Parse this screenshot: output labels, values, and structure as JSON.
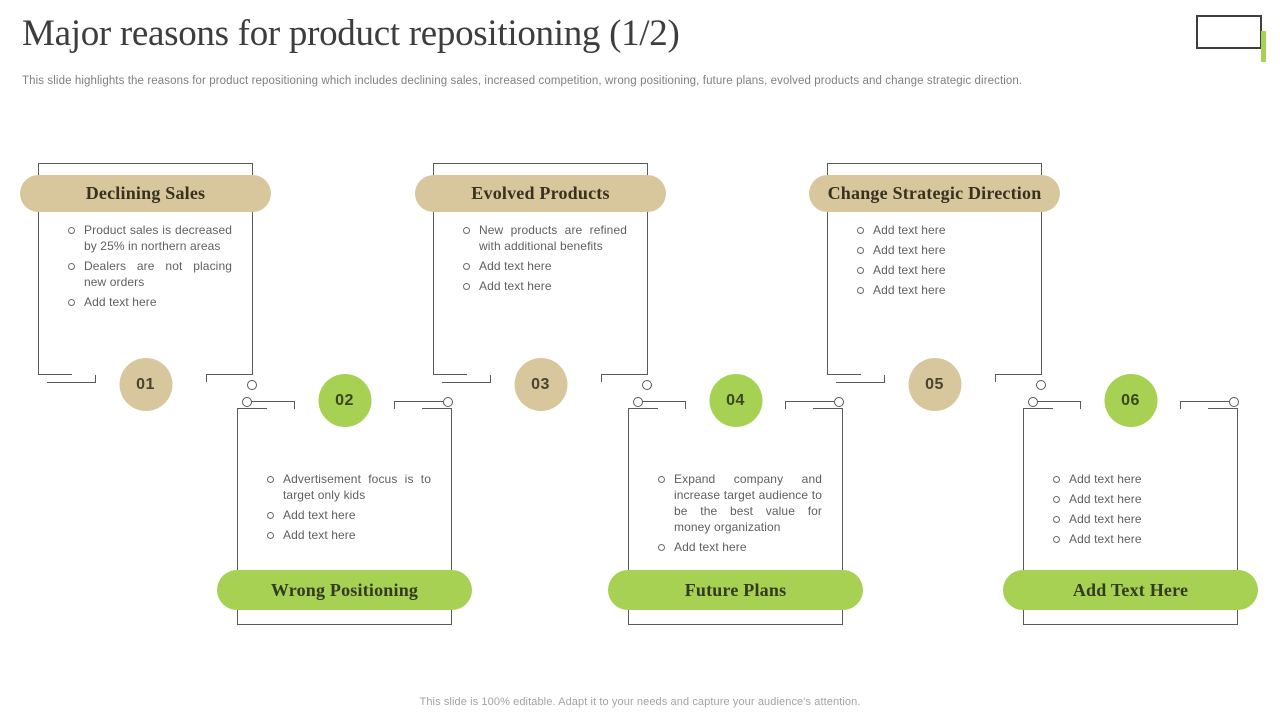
{
  "header": {
    "title": "Major reasons for product repositioning (1/2)",
    "subtitle": "This slide highlights the reasons for product repositioning which includes declining sales, increased competition, wrong positioning, future plans, evolved products and change strategic direction."
  },
  "footer": {
    "note": "This slide is 100% editable. Adapt it to your needs and capture your audience's attention."
  },
  "colors": {
    "tan": "#d8c79d",
    "green": "#a6d152",
    "outline": "#595959",
    "title_text": "#3d3d3d",
    "body_text": "#5f5f5f",
    "muted_text": "#a3a3a3"
  },
  "icons": {
    "slide_number_placeholder": "rectangle-outline-with-green-accent-bar"
  },
  "items": [
    {
      "number": "01",
      "label": "Declining Sales",
      "variant": "tan",
      "row": "top",
      "bullets": [
        "Product sales is decreased by 25% in northern areas",
        "Dealers are not placing new orders",
        "Add text here"
      ]
    },
    {
      "number": "02",
      "label": "Wrong Positioning",
      "variant": "green",
      "row": "bottom",
      "bullets": [
        "Advertisement focus is to target only kids",
        "Add text here",
        "Add text here"
      ]
    },
    {
      "number": "03",
      "label": "Evolved Products",
      "variant": "tan",
      "row": "top",
      "bullets": [
        "New products are refined with additional benefits",
        "Add text here",
        "Add text here"
      ]
    },
    {
      "number": "04",
      "label": "Future Plans",
      "variant": "green",
      "row": "bottom",
      "bullets": [
        "Expand company and increase target audience to be the best value for money organization",
        "Add text here"
      ]
    },
    {
      "number": "05",
      "label": "Change Strategic Direction",
      "variant": "tan",
      "row": "top",
      "bullets": [
        "Add text here",
        "Add text here",
        "Add text here",
        "Add text here"
      ]
    },
    {
      "number": "06",
      "label": "Add Text Here",
      "variant": "green",
      "row": "bottom",
      "bullets": [
        "Add text here",
        "Add text here",
        "Add text here",
        "Add text here"
      ]
    }
  ]
}
